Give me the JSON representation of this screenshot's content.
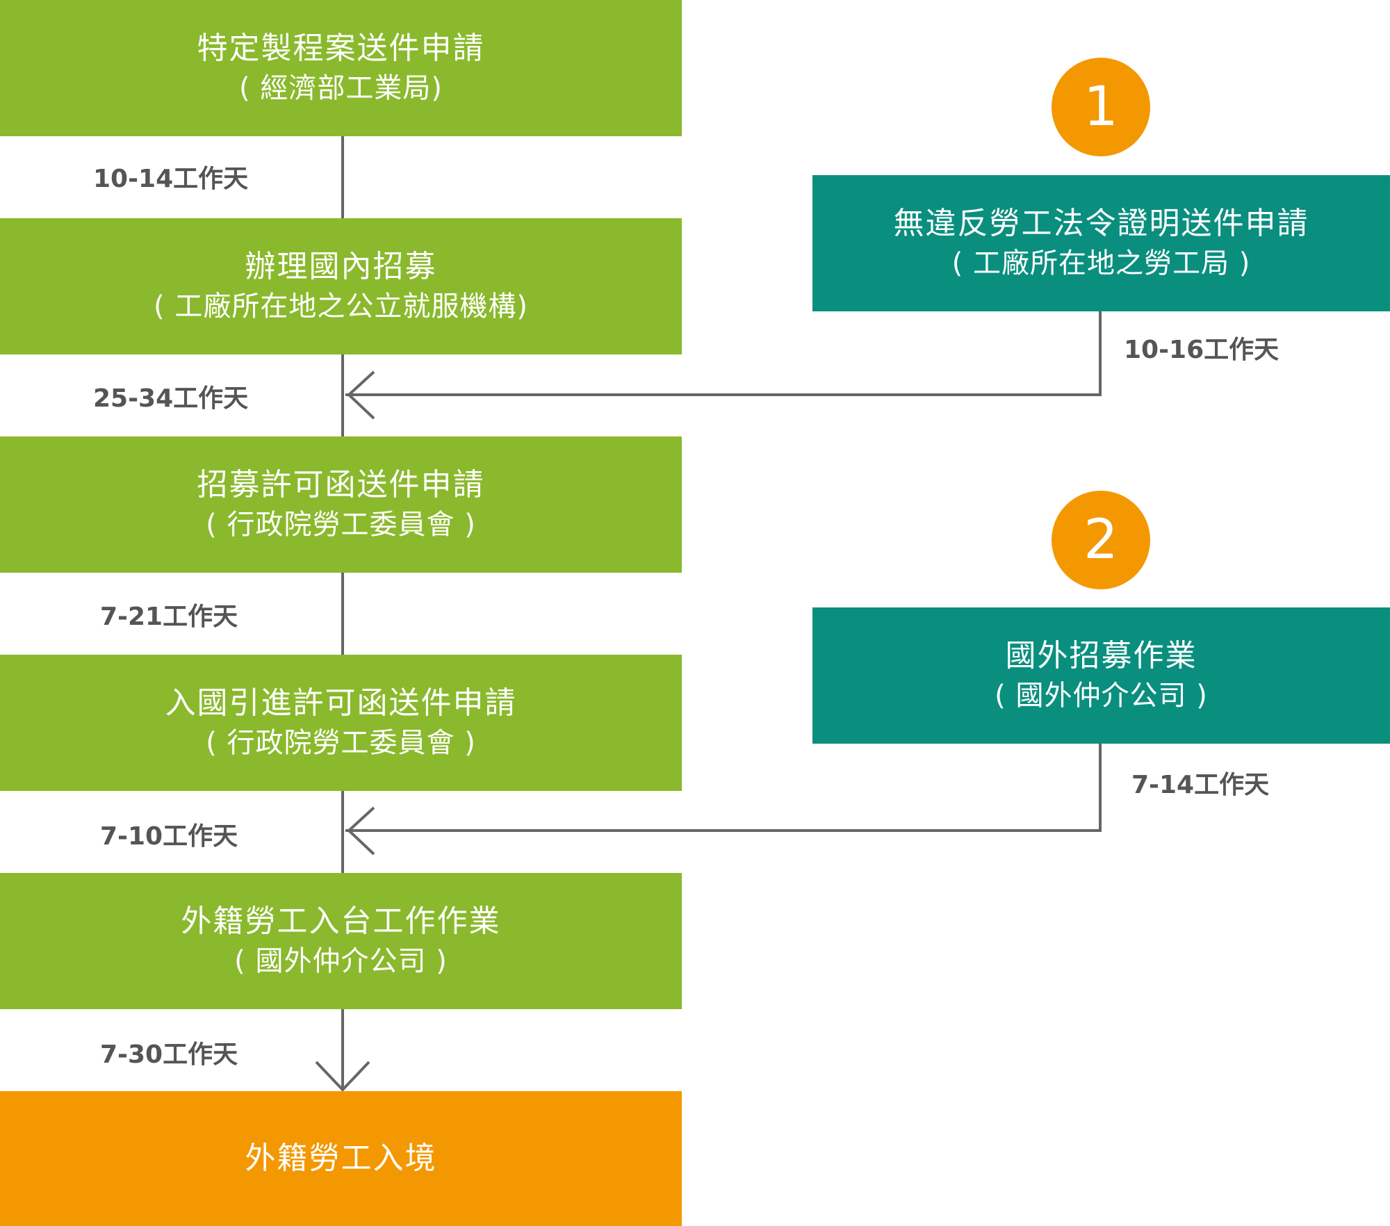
{
  "main_steps": [
    {
      "title": "特定製程案送件申請",
      "subtitle": "( 經濟部工業局)"
    },
    {
      "title": "辦理國內招募",
      "subtitle": "( 工廠所在地之公立就服機構)"
    },
    {
      "title": "招募許可函送件申請",
      "subtitle": "( 行政院勞工委員會 )"
    },
    {
      "title": "入國引進許可函送件申請",
      "subtitle": "( 行政院勞工委員會 )"
    },
    {
      "title": "外籍勞工入台工作作業",
      "subtitle": "( 國外仲介公司 )"
    },
    {
      "title": "外籍勞工入境"
    }
  ],
  "main_durations": [
    "10-14工作天",
    "25-34工作天",
    "7-21工作天",
    "7-10工作天",
    "7-30工作天"
  ],
  "side_steps": [
    {
      "number": "1",
      "title": "無違反勞工法令證明送件申請",
      "subtitle": "( 工廠所在地之勞工局 )",
      "duration": "10-16工作天"
    },
    {
      "number": "2",
      "title": "國外招募作業",
      "subtitle": "( 國外仲介公司 )",
      "duration": "7-14工作天"
    }
  ],
  "colors": {
    "main_box": "#8ab92d",
    "side_box": "#0a8f7f",
    "final_box": "#f39800",
    "circle": "#f39800",
    "connector": "#666666"
  }
}
